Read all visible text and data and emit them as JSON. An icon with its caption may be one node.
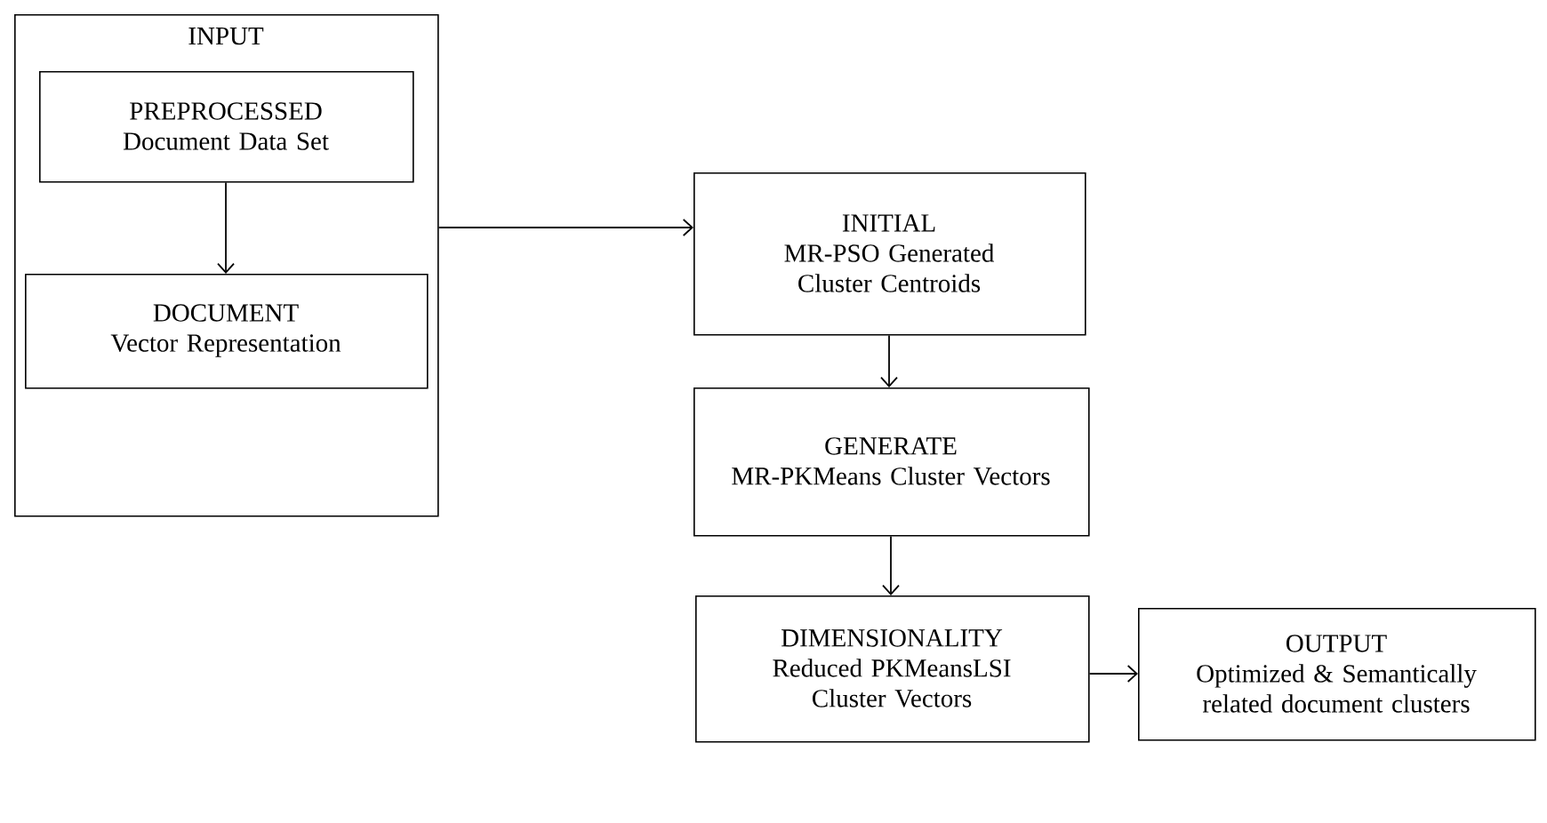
{
  "diagram": {
    "nodes": [
      {
        "text": [
          "INPUT"
        ]
      },
      {
        "text": [
          "PREPROCESSED",
          "Document Data Set"
        ],
        "in": 0
      },
      {
        "text": [
          "DOCUMENT",
          "Vector Representation"
        ],
        "in": 0
      },
      {
        "text": [
          "INITIAL",
          "MR-PSO Generated Cluster Centroids"
        ]
      },
      {
        "text": [
          "GENERATE",
          "MR-PKMeans Cluster Vectors"
        ]
      },
      {
        "text": [
          "DIMENSIONALITY",
          "Reduced PKMeansLSI Cluster Vectors"
        ]
      },
      {
        "text": [
          "OUTPUT",
          "Optimized & Semantically related document clusters"
        ]
      }
    ],
    "edges": [
      {
        "from": 1,
        "to": 2,
        "arrow": "to"
      },
      {
        "from": 0,
        "to": 3,
        "arrow": "to"
      },
      {
        "from": 3,
        "to": 4,
        "arrow": "to"
      },
      {
        "from": 4,
        "to": 5,
        "arrow": "to"
      },
      {
        "from": 5,
        "to": 6,
        "arrow": "to"
      }
    ]
  }
}
